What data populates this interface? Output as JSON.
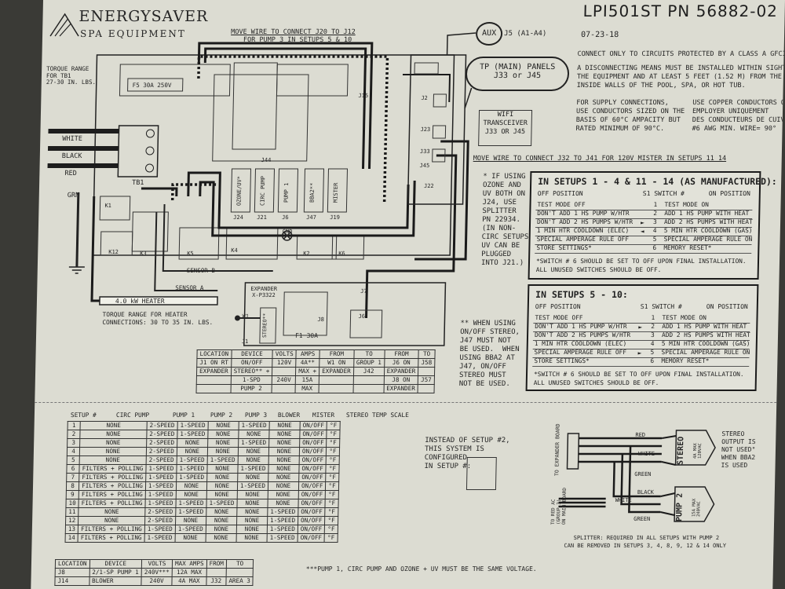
{
  "header": {
    "brand": "ENERGYSAVER",
    "brand_sub": "SPA EQUIPMENT",
    "model": "LPI501ST PN 56882-02",
    "date": "07-23-18",
    "move_wire_1": "MOVE WIRE TO CONNECT J20 TO J12",
    "move_wire_1b": "FOR PUMP 3 IN SETUPS 5 & 10",
    "move_wire_2": "MOVE WIRE TO CONNECT J32 TO J41 FOR 120V MISTER IN SETUPS 11 14"
  },
  "notes": {
    "gfci": "CONNECT ONLY TO CIRCUITS PROTECTED BY A CLASS A GFCI",
    "disconnect": [
      "A DISCONNECTING MEANS MUST BE INSTALLED WITHIN SIGHT FROM",
      "THE EQUIPMENT AND AT LEAST 5 FEET (1.52 M) FROM THE",
      "INSIDE WALLS OF THE POOL, SPA, OR HOT TUB."
    ],
    "supply_en": [
      "FOR SUPPLY CONNECTIONS,",
      "USE CONDUCTORS SIZED ON THE",
      "BASIS OF 60°C AMPACITY BUT",
      "RATED MINIMUM OF 90°C."
    ],
    "supply_fr": [
      "USE COPPER CONDUCTORS ONLY.",
      "EMPLOYER UNIQUEMENT",
      "DES CONDUCTEURS DE CUIVRE.",
      "#6 AWG MIN. WIRE= 90°"
    ],
    "ozone": [
      "* IF USING",
      "OZONE AND",
      "UV BOTH ON",
      "J24, USE",
      "SPLITTER",
      "PN 22934.",
      "(IN NON-",
      "CIRC SETUPS,",
      "UV CAN BE",
      "PLUGGED",
      "INTO J21.)"
    ],
    "stereo": [
      "** WHEN USING",
      "ON/OFF STEREO,",
      "J47 MUST NOT",
      "BE USED.  WHEN",
      "USING BBA2 AT",
      "J47, ON/OFF",
      "STEREO MUST",
      "NOT BE USED."
    ],
    "instead": [
      "INSTEAD OF SETUP #2,",
      "THIS SYSTEM IS",
      "CONFIGURED",
      "IN SETUP #:"
    ],
    "same_voltage": "***PUMP 1, CIRC PUMP AND OZONE + UV MUST BE THE SAME VOLTAGE.",
    "splitter": "SPLITTER: REQUIRED IN ALL SETUPS WITH PUMP 2",
    "splitter_b": "CAN BE REMOVED IN SETUPS 3, 4, 8, 9, 12 & 14 ONLY"
  },
  "panels": {
    "aux": "AUX",
    "aux_j": "J5 (A1-A4)",
    "tp": "TP (MAIN) PANELS",
    "tp_j": "J33 or J45",
    "wifi": "WIFI",
    "wifi_2": "TRANSCEIVER",
    "wifi_j": "J33 OR J45"
  },
  "board_labels": {
    "torque_tb1": "TORQUE RANGE\nFOR TB1\n27-30 IN. LBS.",
    "fuse": "F5 30A 250V",
    "white": "WHITE",
    "black": "BLACK",
    "red": "RED",
    "grn": "GRN",
    "tb1": "TB1",
    "heater": "4.0 kW HEATER",
    "torque_heater": "TORQUE RANGE FOR HEATER\nCONNECTIONS: 30 TO 35 IN. LBS.",
    "sensor_a": "SENSOR A",
    "sensor_b": "SENSOR B",
    "expander": "EXPANDER\nX-P3322",
    "f1": "F1 30A",
    "connectors": [
      "OZONE/UV*",
      "CIRC PUMP",
      "PUMP 1",
      "BBA2**",
      "MISTER"
    ],
    "conn_ids": [
      "J24",
      "J21",
      "J6",
      "J47",
      "J19"
    ],
    "k_labels": [
      "K1",
      "K3",
      "K12",
      "K5",
      "K4",
      "K2",
      "K6"
    ],
    "gnd": "GND",
    "j_labels": [
      "J1",
      "J7",
      "J8",
      "J6",
      "J15",
      "J22",
      "J2",
      "J23",
      "J33",
      "J45",
      "J44",
      "W1"
    ],
    "stereo_exp": "STEREO**"
  },
  "expander_table": {
    "header": [
      "LOCATION",
      "DEVICE",
      "VOLTS",
      "AMPS",
      "FROM",
      "TO",
      "FROM",
      "TO"
    ],
    "rows": [
      [
        "J1 ON RT",
        "ON/OFF",
        "120V",
        "4A**",
        "W1 ON",
        "GROUP 1",
        "J6 ON",
        "J58"
      ],
      [
        "EXPANDER",
        "STEREO** +",
        "",
        "MAX +",
        "EXPANDER",
        "J42",
        "EXPANDER",
        ""
      ],
      [
        "",
        "1-SPD",
        "240V",
        "15A",
        "",
        "",
        "J8 ON",
        "J57"
      ],
      [
        "",
        "PUMP 2",
        "",
        "MAX",
        "",
        "",
        "EXPANDER",
        ""
      ]
    ]
  },
  "switch_box_1": {
    "title": "IN SETUPS 1 - 4 & 11 - 14 (AS MANUFACTURED):",
    "off": "OFF POSITION",
    "sw": "S1 SWITCH #",
    "on": "ON POSITION",
    "rows": [
      [
        "TEST MODE OFF",
        "1",
        "TEST MODE ON"
      ],
      [
        "DON'T ADD 1 HS PUMP W/HTR",
        "2",
        "ADD 1 HS PUMP WITH HEAT"
      ],
      [
        "DON'T ADD 2 HS PUMPS W/HTR",
        "3",
        "ADD 2 HS PUMPS WITH HEAT"
      ],
      [
        "1 MIN HTR COOLDOWN (ELEC)",
        "4",
        "5 MIN HTR COOLDOWN (GAS)"
      ],
      [
        "SPECIAL AMPERAGE RULE OFF",
        "5",
        "SPECIAL AMPERAGE RULE ON"
      ],
      [
        "STORE SETTINGS*",
        "6",
        "MEMORY RESET*"
      ]
    ],
    "foot": [
      "*SWITCH # 6 SHOULD BE SET TO OFF UPON FINAL INSTALLATION.",
      "ALL UNUSED SWITCHES SHOULD BE OFF."
    ]
  },
  "switch_box_2": {
    "title": "IN SETUPS 5 - 10:",
    "off": "OFF POSITION",
    "sw": "S1 SWITCH #",
    "on": "ON POSITION",
    "rows": [
      [
        "TEST MODE OFF",
        "1",
        "TEST MODE ON"
      ],
      [
        "DON'T ADD 1 HS PUMP W/HTR",
        "2",
        "ADD 1 HS PUMP WITH HEAT"
      ],
      [
        "DON'T ADD 2 HS PUMPS W/HTR",
        "3",
        "ADD 2 HS PUMPS WITH HEAT"
      ],
      [
        "1 MIN HTR COOLDOWN (ELEC)",
        "4",
        "5 MIN HTR COOLDOWN (GAS)"
      ],
      [
        "SPECIAL AMPERAGE RULE OFF",
        "5",
        "SPECIAL AMPERAGE RULE ON"
      ],
      [
        "STORE SETTINGS*",
        "6",
        "MEMORY RESET*"
      ]
    ],
    "foot": [
      "*SWITCH # 6 SHOULD BE SET TO OFF UPON FINAL INSTALLATION.",
      "ALL UNUSED SWITCHES SHOULD BE OFF."
    ]
  },
  "setup_table": {
    "header": [
      "SETUP #",
      "CIRC PUMP",
      "PUMP 1",
      "PUMP 2",
      "PUMP 3",
      "BLOWER",
      "MISTER",
      "STEREO",
      "TEMP SCALE"
    ],
    "rows": [
      [
        "1",
        "NONE",
        "2-SPEED",
        "1-SPEED",
        "NONE",
        "1-SPEED",
        "NONE",
        "ON/OFF",
        "°F"
      ],
      [
        "2",
        "NONE",
        "2-SPEED",
        "1-SPEED",
        "NONE",
        "NONE",
        "NONE",
        "ON/OFF",
        "°F"
      ],
      [
        "3",
        "NONE",
        "2-SPEED",
        "NONE",
        "NONE",
        "1-SPEED",
        "NONE",
        "ON/OFF",
        "°F"
      ],
      [
        "4",
        "NONE",
        "2-SPEED",
        "NONE",
        "NONE",
        "NONE",
        "NONE",
        "ON/OFF",
        "°F"
      ],
      [
        "5",
        "NONE",
        "2-SPEED",
        "1-SPEED",
        "1-SPEED",
        "NONE",
        "NONE",
        "ON/OFF",
        "°F"
      ],
      [
        "6",
        "FILTERS + POLLING",
        "1-SPEED",
        "1-SPEED",
        "NONE",
        "1-SPEED",
        "NONE",
        "ON/OFF",
        "°F"
      ],
      [
        "7",
        "FILTERS + POLLING",
        "1-SPEED",
        "1-SPEED",
        "NONE",
        "NONE",
        "NONE",
        "ON/OFF",
        "°F"
      ],
      [
        "8",
        "FILTERS + POLLING",
        "1-SPEED",
        "NONE",
        "NONE",
        "1-SPEED",
        "NONE",
        "ON/OFF",
        "°F"
      ],
      [
        "9",
        "FILTERS + POLLING",
        "1-SPEED",
        "NONE",
        "NONE",
        "NONE",
        "NONE",
        "ON/OFF",
        "°F"
      ],
      [
        "10",
        "FILTERS + POLLING",
        "1-SPEED",
        "1-SPEED",
        "1-SPEED",
        "NONE",
        "NONE",
        "ON/OFF",
        "°F"
      ],
      [
        "11",
        "NONE",
        "2-SPEED",
        "1-SPEED",
        "NONE",
        "NONE",
        "1-SPEED",
        "ON/OFF",
        "°F"
      ],
      [
        "12",
        "NONE",
        "2-SPEED",
        "NONE",
        "NONE",
        "NONE",
        "1-SPEED",
        "ON/OFF",
        "°F"
      ],
      [
        "13",
        "FILTERS + POLLING",
        "1-SPEED",
        "1-SPEED",
        "NONE",
        "NONE",
        "1-SPEED",
        "ON/OFF",
        "°F"
      ],
      [
        "14",
        "FILTERS + POLLING",
        "1-SPEED",
        "NONE",
        "NONE",
        "NONE",
        "1-SPEED",
        "ON/OFF",
        "°F"
      ]
    ]
  },
  "bottom_table": {
    "header": [
      "LOCATION",
      "DEVICE",
      "VOLTS",
      "MAX AMPS",
      "FROM",
      "TO"
    ],
    "rows": [
      [
        "J8",
        "2/1-SP PUMP 1",
        "240V***",
        "12A MAX",
        "",
        ""
      ],
      [
        "J14",
        "BLOWER",
        "240V",
        "4A MAX",
        "J32",
        "AREA 3"
      ]
    ]
  },
  "splitter_diagram": {
    "to_expander": "TO EXPANDER BOARD",
    "to_red_ac": "TO RED AC\n(GROUP 3)\nON MAIN BOARD",
    "red": "RED",
    "white": "WHITE",
    "green": "GREEN",
    "black": "BLACK",
    "stereo": "STEREO",
    "stereo_rating": "4A MAX\n120VAC",
    "pump2": "PUMP 2",
    "pump2_rating": "15A MAX\n240VAC",
    "stereo_note": "STEREO\nOUTPUT IS\nNOT USED\"\nWHEN BBA2\nIS USED"
  }
}
